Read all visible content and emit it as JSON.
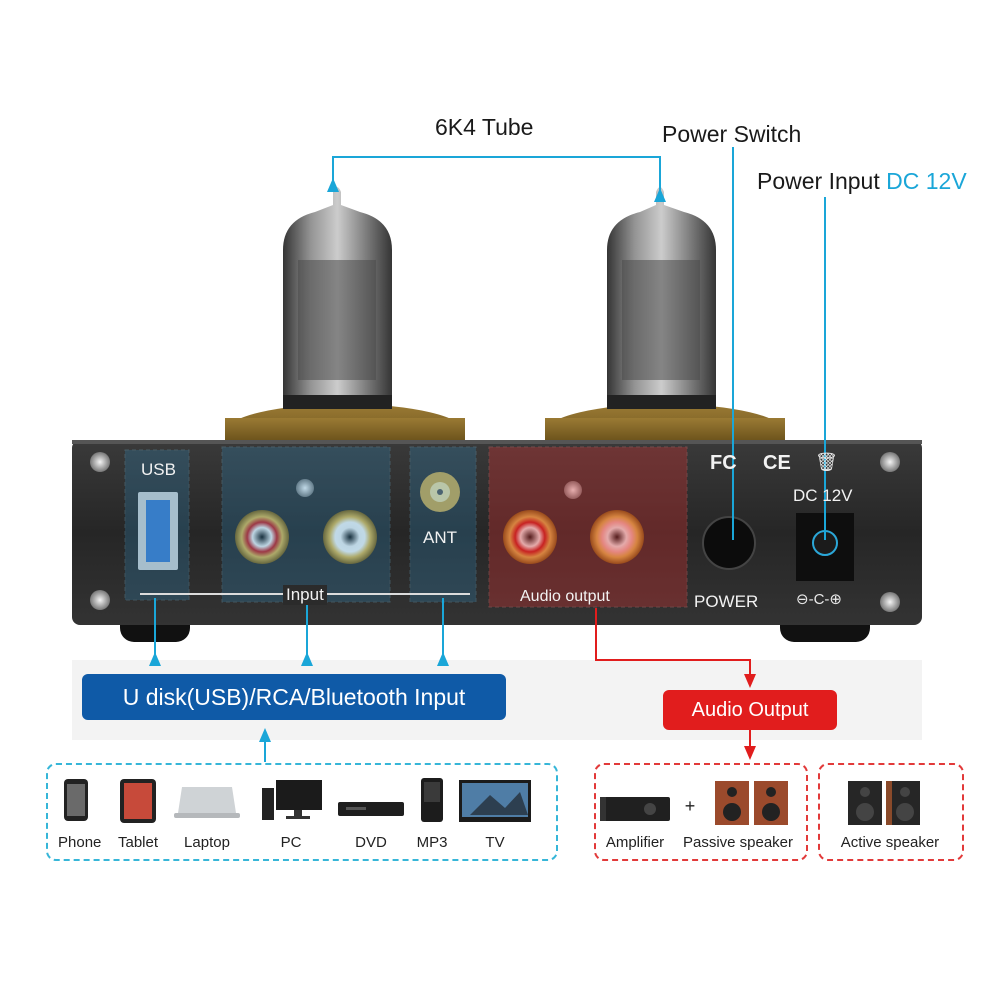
{
  "callouts": {
    "tube": "6K4 Tube",
    "power_switch": "Power Switch",
    "power_input_prefix": "Power Input ",
    "power_input_accent": "DC 12V"
  },
  "panel": {
    "usb": "USB",
    "input": "Input",
    "ant": "ANT",
    "audio_output": "Audio output",
    "power": "POWER",
    "dc": "DC 12V",
    "fc": "FC",
    "ce": "CE",
    "polarity": "⊖-C-⊕"
  },
  "input_button": "U disk(USB)/RCA/Bluetooth Input",
  "output_button": "Audio Output",
  "sources": [
    "Phone",
    "Tablet",
    "Laptop",
    "PC",
    "DVD",
    "MP3",
    "TV"
  ],
  "outputs": {
    "amplifier": "Amplifier",
    "plus": "+",
    "passive": "Passive speaker",
    "active": "Active speaker"
  },
  "colors": {
    "blue_button": "#0f5aa7",
    "red_button": "#e11d1d",
    "accent_cyan": "#1aa6d8",
    "panel": "#2c2c2c"
  }
}
